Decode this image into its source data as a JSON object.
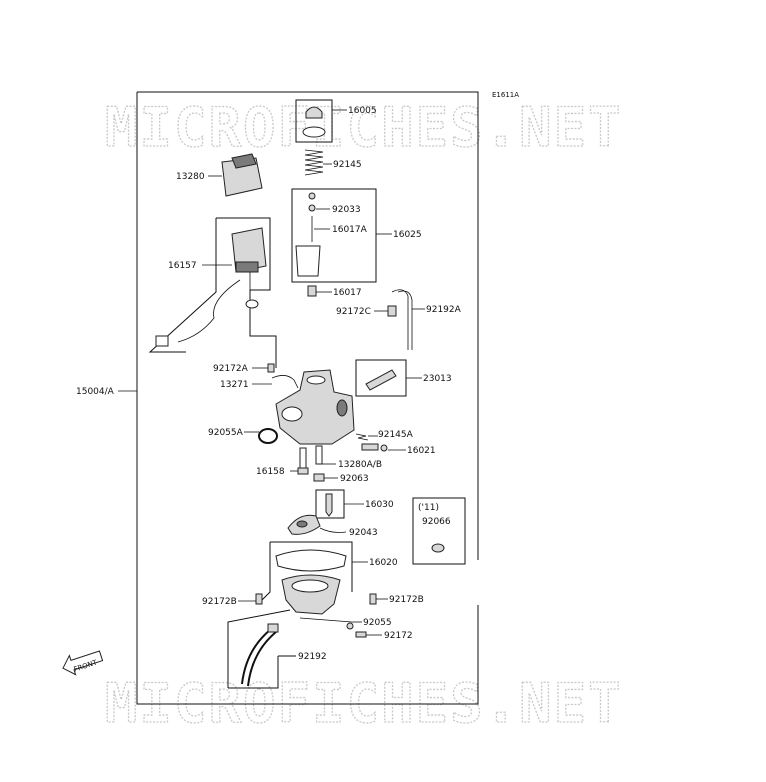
{
  "diagram_code": "E1611A",
  "watermark_text": "MICROFICHES.NET",
  "front_label": "FRONT",
  "parts": {
    "p16005": "16005",
    "p92145": "92145",
    "p13280": "13280",
    "p92033": "92033",
    "p16017A": "16017A",
    "p16025": "16025",
    "p16157": "16157",
    "p16017": "16017",
    "p92172C": "92172C",
    "p92192A": "92192A",
    "p92172A": "92172A",
    "p23013": "23013",
    "p13271": "13271",
    "p15004A": "15004/A",
    "p92055A": "92055A",
    "p92145A": "92145A",
    "p16021": "16021",
    "p16158": "16158",
    "p13280AB": "13280A/B",
    "p92063": "92063",
    "p16030": "16030",
    "p_year": "('11)",
    "p92066": "92066",
    "p92043": "92043",
    "p16020": "16020",
    "p92172B_left": "92172B",
    "p92172B_right": "92172B",
    "p92055": "92055",
    "p92172": "92172",
    "p92192": "92192"
  }
}
